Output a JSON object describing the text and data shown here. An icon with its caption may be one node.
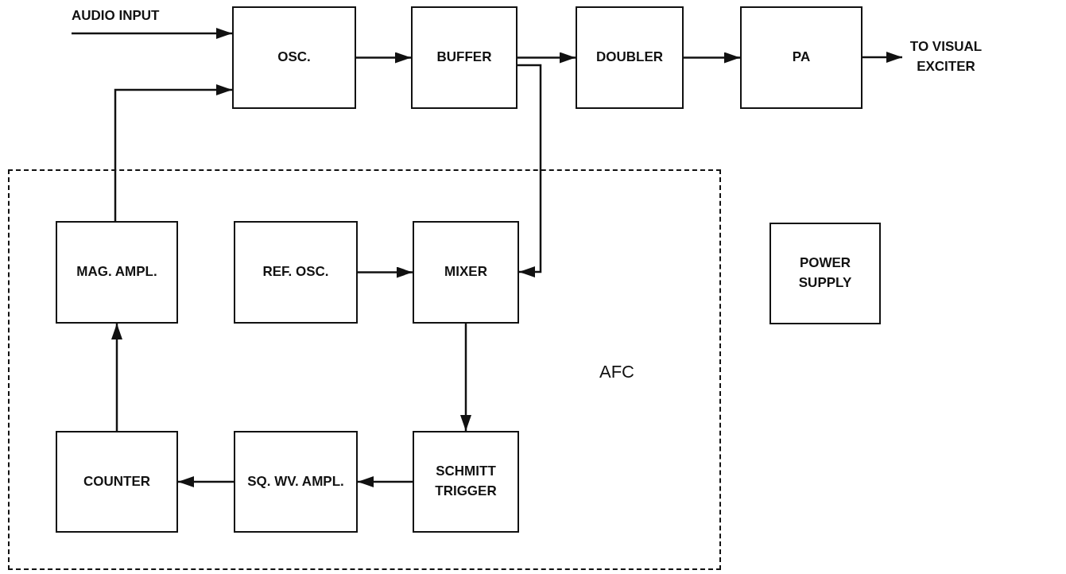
{
  "diagram": {
    "nodes": [
      {
        "text": [
          "OSC."
        ]
      },
      {
        "text": [
          "BUFFER"
        ]
      },
      {
        "text": [
          "DOUBLER"
        ]
      },
      {
        "text": [
          "PA"
        ]
      },
      {
        "text": [
          "TO VISUAL EXCITER"
        ]
      },
      {
        "text": [
          "AFC"
        ]
      },
      {
        "text": [
          "MAG. AMPL."
        ],
        "in": 5
      },
      {
        "text": [
          "REF. OSC."
        ],
        "in": 5
      },
      {
        "text": [
          "MIXER"
        ],
        "in": 5
      },
      {
        "text": [
          "POWER SUPPLY"
        ]
      },
      {
        "text": [
          "COUNTER"
        ],
        "in": 5
      },
      {
        "text": [
          "SQ. WV. AMPL."
        ],
        "in": 5
      },
      {
        "text": [
          "SCHMITT TRIGGER"
        ],
        "in": 5
      }
    ],
    "edges": [
      {
        "from": null,
        "to": 0,
        "arrow": "to",
        "label": "AUDIO INPUT"
      },
      {
        "from": 6,
        "to": 0,
        "arrow": "to"
      },
      {
        "from": 0,
        "to": 1,
        "arrow": "to"
      },
      {
        "from": 1,
        "to": 2,
        "arrow": "to"
      },
      {
        "from": 2,
        "to": 3,
        "arrow": "to"
      },
      {
        "from": 3,
        "to": 4,
        "arrow": "to"
      },
      {
        "from": 1,
        "to": 8,
        "arrow": "to"
      },
      {
        "from": 7,
        "to": 8,
        "arrow": "to"
      },
      {
        "from": 8,
        "to": 12,
        "arrow": "to"
      },
      {
        "from": 12,
        "to": 11,
        "arrow": "to"
      },
      {
        "from": 11,
        "to": 10,
        "arrow": "to"
      },
      {
        "from": 10,
        "to": 6,
        "arrow": "to"
      }
    ]
  }
}
